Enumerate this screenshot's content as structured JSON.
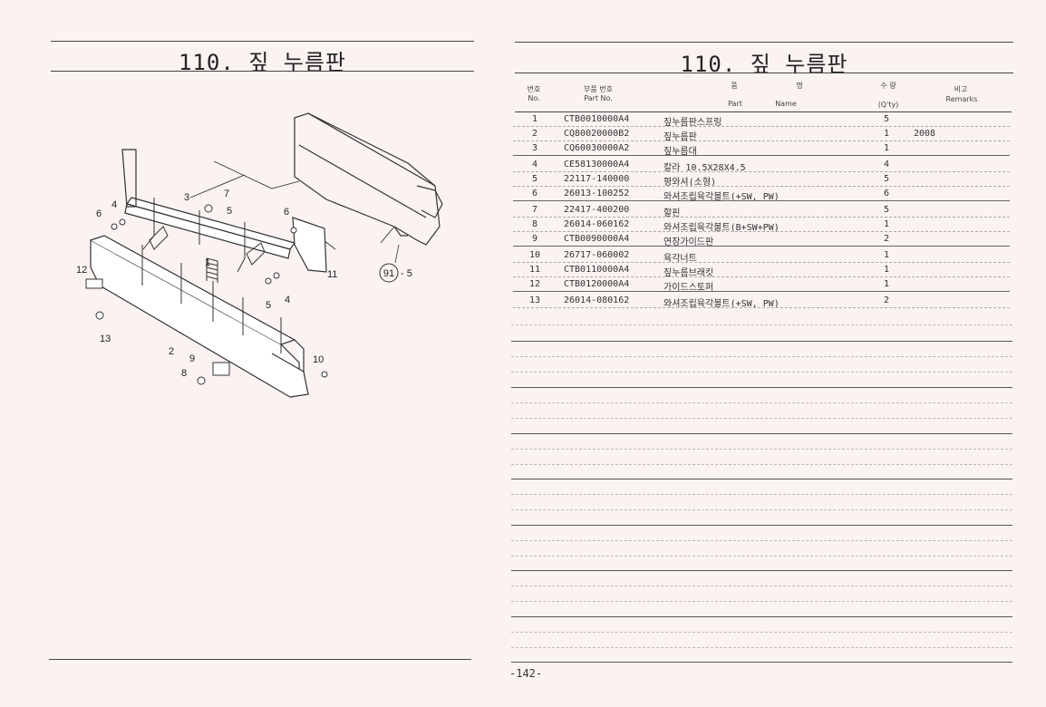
{
  "left_page": {
    "title": "110. 짚 누름판",
    "diagram_labels": [
      "1",
      "2",
      "3",
      "4",
      "5",
      "6",
      "7",
      "8",
      "9",
      "10",
      "11",
      "12",
      "13",
      "4",
      "5",
      "6"
    ],
    "callout_ref": "91",
    "callout_suffix": "- 5"
  },
  "right_page": {
    "title": "110. 짚 누름판",
    "headers": {
      "no_ko": "번호",
      "no_en": "No.",
      "part_no_ko": "부품 번호",
      "part_no_en": "Part No.",
      "name_ko_1": "품",
      "name_ko_2": "명",
      "name_en_1": "Part",
      "name_en_2": "Name",
      "qty_ko": "수 량",
      "qty_en": "(Q'ty)",
      "remarks_ko": "비고",
      "remarks_en": "Remarks"
    },
    "rows": [
      {
        "no": "1",
        "part_no": "CTB0010000A4",
        "name": "짚누름판스프링",
        "qty": "5",
        "remarks": ""
      },
      {
        "no": "2",
        "part_no": "CQ80020000B2",
        "name": "짚누름판",
        "qty": "1",
        "remarks": "2008"
      },
      {
        "no": "3",
        "part_no": "CQ60030000A2",
        "name": "짚누름대",
        "qty": "1",
        "remarks": ""
      },
      {
        "no": "4",
        "part_no": "CE58130000A4",
        "name": "칼라 10.5X28X4.5",
        "qty": "4",
        "remarks": ""
      },
      {
        "no": "5",
        "part_no": "22117-140000",
        "name": "평와셔(소형)",
        "qty": "5",
        "remarks": ""
      },
      {
        "no": "6",
        "part_no": "26013-100252",
        "name": "와셔조립육각볼트(+SW, PW)",
        "qty": "6",
        "remarks": ""
      },
      {
        "no": "7",
        "part_no": "22417-400200",
        "name": "할핀",
        "qty": "5",
        "remarks": ""
      },
      {
        "no": "8",
        "part_no": "26014-060162",
        "name": "와셔조립육각볼트(B+SW+PW)",
        "qty": "1",
        "remarks": ""
      },
      {
        "no": "9",
        "part_no": "CTB0090000A4",
        "name": "연장가이드판",
        "qty": "2",
        "remarks": ""
      },
      {
        "no": "10",
        "part_no": "26717-060002",
        "name": "육각너트",
        "qty": "1",
        "remarks": ""
      },
      {
        "no": "11",
        "part_no": "CTB0110000A4",
        "name": "짚누름브래킷",
        "qty": "1",
        "remarks": ""
      },
      {
        "no": "12",
        "part_no": "CTB0120000A4",
        "name": "가이드스토퍼",
        "qty": "1",
        "remarks": ""
      },
      {
        "no": "13",
        "part_no": "26014-080162",
        "name": "와셔조립육각볼트(+SW, PW)",
        "qty": "2",
        "remarks": ""
      }
    ],
    "page_number": "-142-"
  }
}
